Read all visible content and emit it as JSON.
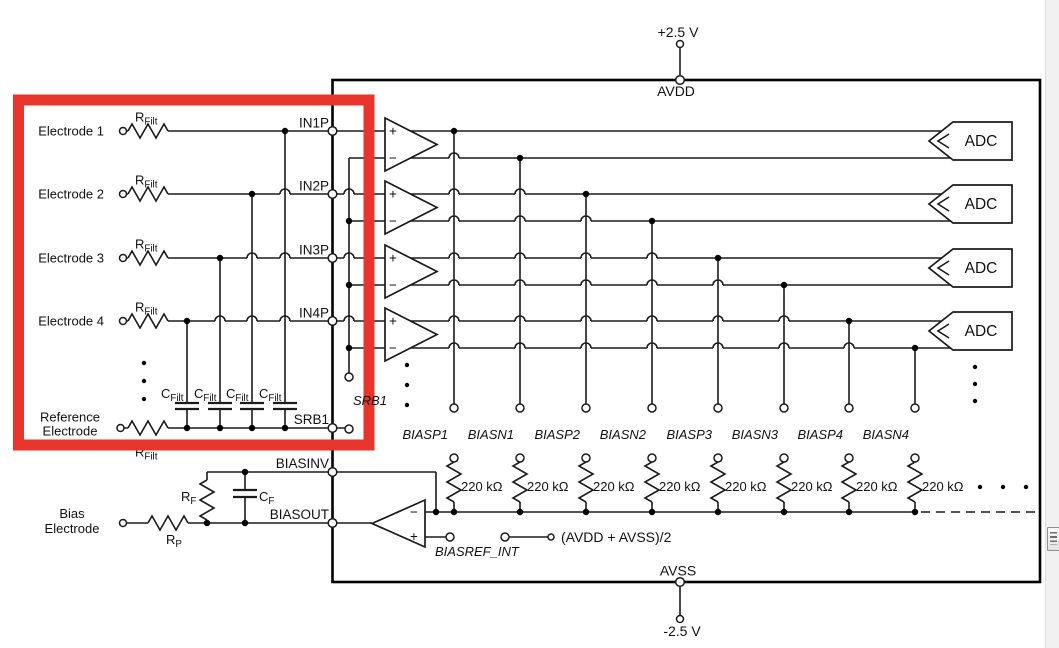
{
  "schematic": {
    "supply_top": {
      "voltage": "+2.5 V",
      "pin": "AVDD"
    },
    "supply_bottom": {
      "voltage": "-2.5 V",
      "pin": "AVSS"
    },
    "midsupply_label": "(AVDD + AVSS)/2",
    "electrodes": {
      "ch": [
        "Electrode 1",
        "Electrode 2",
        "Electrode 3",
        "Electrode 4"
      ],
      "ref1": "Reference",
      "ref2": "Electrode",
      "bias1": "Bias",
      "bias2": "Electrode"
    },
    "pins": {
      "in": [
        "IN1P",
        "IN2P",
        "IN3P",
        "IN4P"
      ],
      "srb1": "SRB1",
      "biasinv": "BIASINV",
      "biasout": "BIASOUT"
    },
    "parts": {
      "r": "R",
      "c": "C",
      "filt": "Filt",
      "f": "F",
      "p": "P",
      "bias_r_value": "220 kΩ"
    },
    "red": {
      "srb1": "SRB1",
      "switches": [
        "BIASP1",
        "BIASN1",
        "BIASP2",
        "BIASN2",
        "BIASP3",
        "BIASN3",
        "BIASP4",
        "BIASN4"
      ],
      "biasref": "BIASREF_INT"
    },
    "adc": "ADC",
    "amp": {
      "plus": "+",
      "minus": "−"
    },
    "colors": {
      "highlight": "#e8352b",
      "signal_red": "#d9251d",
      "line": "#1b1b1b"
    }
  }
}
